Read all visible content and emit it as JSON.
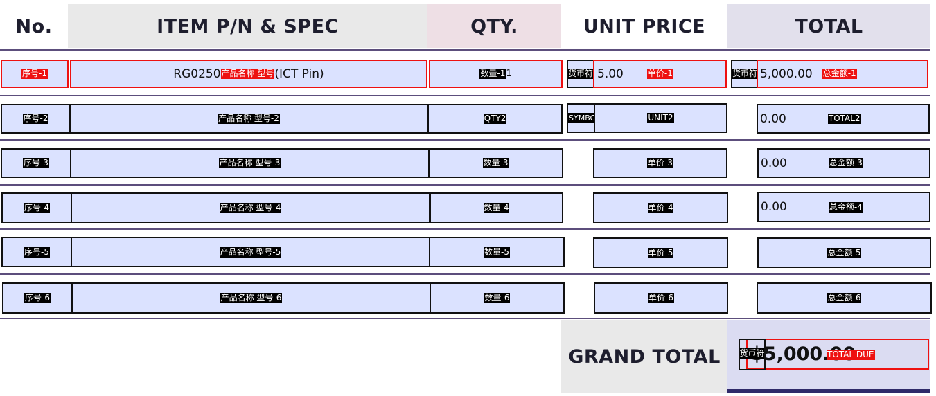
{
  "headers": {
    "no": "No.",
    "item": "ITEM P/N & SPEC",
    "qty": "QTY.",
    "unit_price": "UNIT PRICE",
    "total": "TOTAL"
  },
  "rows": [
    {
      "no_field": "序号-1",
      "item_value": "RG0250",
      "item_field": "产品名称 型号",
      "item_suffix": "(ICT Pin)",
      "qty_field": "数量-1",
      "qty_value": "1",
      "symbol_field": "货币符",
      "unit_value": "5.00",
      "unit_field": "单价-1",
      "total_symbol_field": "货币符",
      "total_value": "5,000.00",
      "total_field": "总金额-1"
    },
    {
      "no_field": "序号-2",
      "item_field": "产品名称 型号-2",
      "qty_field": "QTY2",
      "symbol_field": "SYMBOL",
      "unit_field": "UNIT2",
      "total_value": "0.00",
      "total_field": "TOTAL2"
    },
    {
      "no_field": "序号-3",
      "item_field": "产品名称 型号-3",
      "qty_field": "数量-3",
      "unit_field": "单价-3",
      "total_value": "0.00",
      "total_field": "总金额-3"
    },
    {
      "no_field": "序号-4",
      "item_field": "产品名称 型号-4",
      "qty_field": "数量-4",
      "unit_field": "单价-4",
      "total_value": "0.00",
      "total_field": "总金额-4"
    },
    {
      "no_field": "序号-5",
      "item_field": "产品名称 型号-5",
      "qty_field": "数量-5",
      "unit_field": "单价-5",
      "total_field": "总金额-5"
    },
    {
      "no_field": "序号-6",
      "item_field": "产品名称 型号-6",
      "qty_field": "数量-6",
      "unit_field": "单价-6",
      "total_field": "总金额-6"
    }
  ],
  "grand_total": {
    "label": "GRAND TOTAL",
    "symbol_field": "货币符",
    "value": "$5,000.00",
    "field": "TOTAL DUE"
  },
  "colors": {
    "field_fill": "#dbe2ff",
    "selected_border": "#ee1111",
    "divider": "#5c4e7c",
    "total_bar": "#2f2a6a"
  }
}
